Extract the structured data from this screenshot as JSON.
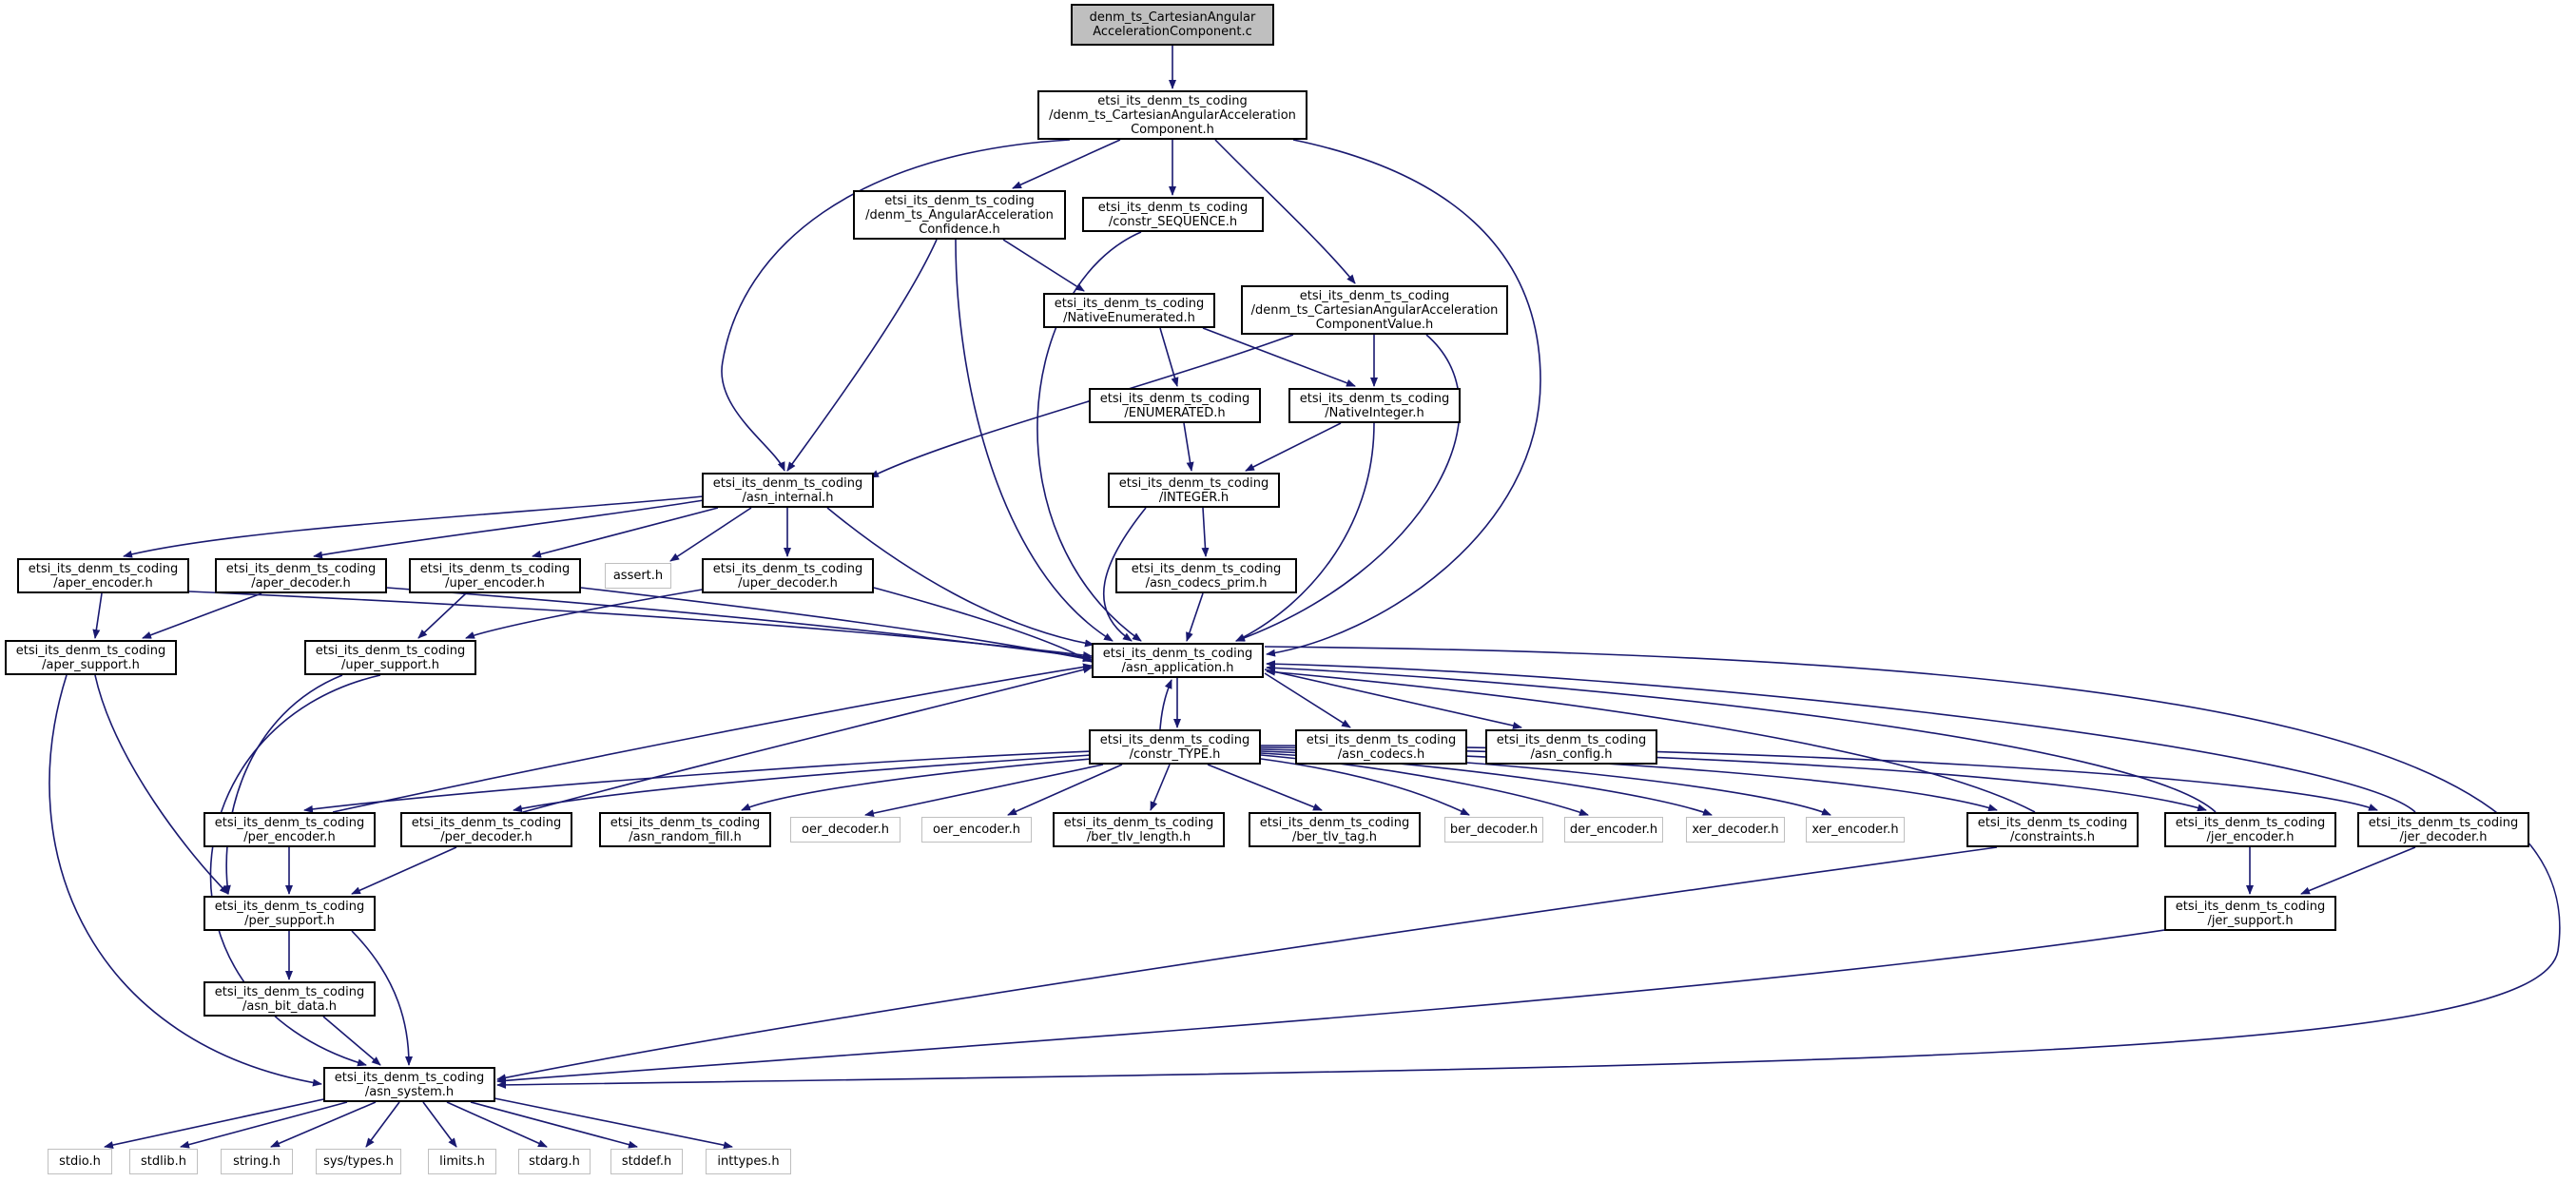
{
  "colors": {
    "edge": "#191970",
    "node_border": "#000000",
    "external_border": "#bfbfbf",
    "root_fill": "#bfbfbf"
  },
  "nodes": {
    "root": [
      "denm_ts_CartesianAngular",
      "AccelerationComponent.c"
    ],
    "cartesian_component_h": [
      "etsi_its_denm_ts_coding",
      "/denm_ts_CartesianAngularAcceleration",
      "Component.h"
    ],
    "angular_confidence_h": [
      "etsi_its_denm_ts_coding",
      "/denm_ts_AngularAcceleration",
      "Confidence.h"
    ],
    "constr_sequence_h": [
      "etsi_its_denm_ts_coding",
      "/constr_SEQUENCE.h"
    ],
    "native_enumerated_h": [
      "etsi_its_denm_ts_coding",
      "/NativeEnumerated.h"
    ],
    "component_value_h": [
      "etsi_its_denm_ts_coding",
      "/denm_ts_CartesianAngularAcceleration",
      "ComponentValue.h"
    ],
    "enumerated_h": [
      "etsi_its_denm_ts_coding",
      "/ENUMERATED.h"
    ],
    "native_integer_h": [
      "etsi_its_denm_ts_coding",
      "/NativeInteger.h"
    ],
    "asn_internal_h": [
      "etsi_its_denm_ts_coding",
      "/asn_internal.h"
    ],
    "integer_h": [
      "etsi_its_denm_ts_coding",
      "/INTEGER.h"
    ],
    "aper_encoder_h": [
      "etsi_its_denm_ts_coding",
      "/aper_encoder.h"
    ],
    "aper_decoder_h": [
      "etsi_its_denm_ts_coding",
      "/aper_decoder.h"
    ],
    "uper_encoder_h": [
      "etsi_its_denm_ts_coding",
      "/uper_encoder.h"
    ],
    "assert_h": [
      "assert.h"
    ],
    "uper_decoder_h": [
      "etsi_its_denm_ts_coding",
      "/uper_decoder.h"
    ],
    "asn_codecs_prim_h": [
      "etsi_its_denm_ts_coding",
      "/asn_codecs_prim.h"
    ],
    "aper_support_h": [
      "etsi_its_denm_ts_coding",
      "/aper_support.h"
    ],
    "uper_support_h": [
      "etsi_its_denm_ts_coding",
      "/uper_support.h"
    ],
    "asn_application_h": [
      "etsi_its_denm_ts_coding",
      "/asn_application.h"
    ],
    "constr_type_h": [
      "etsi_its_denm_ts_coding",
      "/constr_TYPE.h"
    ],
    "asn_codecs_h": [
      "etsi_its_denm_ts_coding",
      "/asn_codecs.h"
    ],
    "asn_config_h": [
      "etsi_its_denm_ts_coding",
      "/asn_config.h"
    ],
    "per_encoder_h": [
      "etsi_its_denm_ts_coding",
      "/per_encoder.h"
    ],
    "per_decoder_h": [
      "etsi_its_denm_ts_coding",
      "/per_decoder.h"
    ],
    "asn_random_fill_h": [
      "etsi_its_denm_ts_coding",
      "/asn_random_fill.h"
    ],
    "oer_decoder_h": [
      "oer_decoder.h"
    ],
    "oer_encoder_h": [
      "oer_encoder.h"
    ],
    "ber_tlv_length_h": [
      "etsi_its_denm_ts_coding",
      "/ber_tlv_length.h"
    ],
    "ber_tlv_tag_h": [
      "etsi_its_denm_ts_coding",
      "/ber_tlv_tag.h"
    ],
    "ber_decoder_h": [
      "ber_decoder.h"
    ],
    "der_encoder_h": [
      "der_encoder.h"
    ],
    "xer_decoder_h": [
      "xer_decoder.h"
    ],
    "xer_encoder_h": [
      "xer_encoder.h"
    ],
    "constraints_h": [
      "etsi_its_denm_ts_coding",
      "/constraints.h"
    ],
    "jer_encoder_h": [
      "etsi_its_denm_ts_coding",
      "/jer_encoder.h"
    ],
    "jer_decoder_h": [
      "etsi_its_denm_ts_coding",
      "/jer_decoder.h"
    ],
    "per_support_h": [
      "etsi_its_denm_ts_coding",
      "/per_support.h"
    ],
    "jer_support_h": [
      "etsi_its_denm_ts_coding",
      "/jer_support.h"
    ],
    "asn_bit_data_h": [
      "etsi_its_denm_ts_coding",
      "/asn_bit_data.h"
    ],
    "asn_system_h": [
      "etsi_its_denm_ts_coding",
      "/asn_system.h"
    ],
    "stdio_h": [
      "stdio.h"
    ],
    "stdlib_h": [
      "stdlib.h"
    ],
    "string_h": [
      "string.h"
    ],
    "sys_types_h": [
      "sys/types.h"
    ],
    "limits_h": [
      "limits.h"
    ],
    "stdarg_h": [
      "stdarg.h"
    ],
    "stddef_h": [
      "stddef.h"
    ],
    "inttypes_h": [
      "inttypes.h"
    ]
  }
}
